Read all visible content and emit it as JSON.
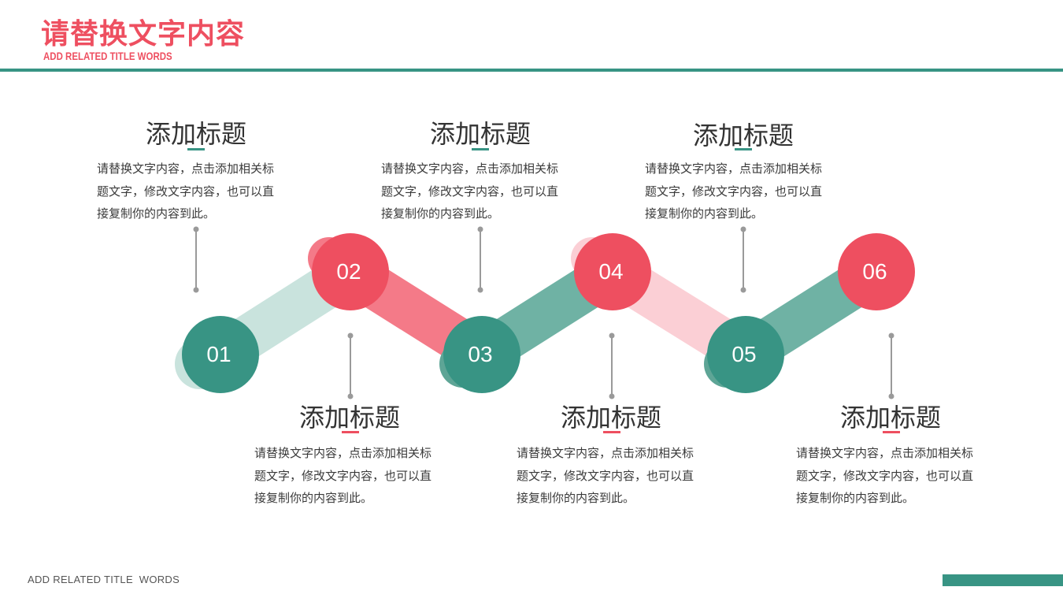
{
  "header": {
    "title": "请替换文字内容",
    "subtitle": "ADD RELATED TITLE WORDS"
  },
  "colors": {
    "accent_red": "#ee4f60",
    "accent_green": "#389484",
    "light_green": "#c9e3dd",
    "mid_green": "#6fb2a4",
    "mid_red": "#f47a88",
    "light_red": "#fbcfd5",
    "connector_gray": "#9a9a9a"
  },
  "steps": [
    {
      "label": "01",
      "color": "green"
    },
    {
      "label": "02",
      "color": "red"
    },
    {
      "label": "03",
      "color": "green"
    },
    {
      "label": "04",
      "color": "red"
    },
    {
      "label": "05",
      "color": "green"
    },
    {
      "label": "06",
      "color": "red"
    }
  ],
  "blocks": [
    {
      "title": "添加标题",
      "lines": [
        "请替换文字内容，点击添加相关标",
        "题文字，修改文字内容，也可以直",
        "接复制你的内容到此。"
      ]
    },
    {
      "title": "添加标题",
      "lines": [
        "请替换文字内容，点击添加相关标",
        "题文字，修改文字内容，也可以直",
        "接复制你的内容到此。"
      ]
    },
    {
      "title": "添加标题",
      "lines": [
        "请替换文字内容，点击添加相关标",
        "题文字，修改文字内容，也可以直",
        "接复制你的内容到此。"
      ]
    },
    {
      "title": "添加标题",
      "lines": [
        "请替换文字内容，点击添加相关标",
        "题文字，修改文字内容，也可以直",
        "接复制你的内容到此。"
      ]
    },
    {
      "title": "添加标题",
      "lines": [
        "请替换文字内容，点击添加相关标",
        "题文字，修改文字内容，也可以直",
        "接复制你的内容到此。"
      ]
    },
    {
      "title": "添加标题",
      "lines": [
        "请替换文字内容，点击添加相关标",
        "题文字，修改文字内容，也可以直",
        "接复制你的内容到此。"
      ]
    }
  ],
  "footer": {
    "text": "ADD RELATED TITLE  WORDS"
  }
}
